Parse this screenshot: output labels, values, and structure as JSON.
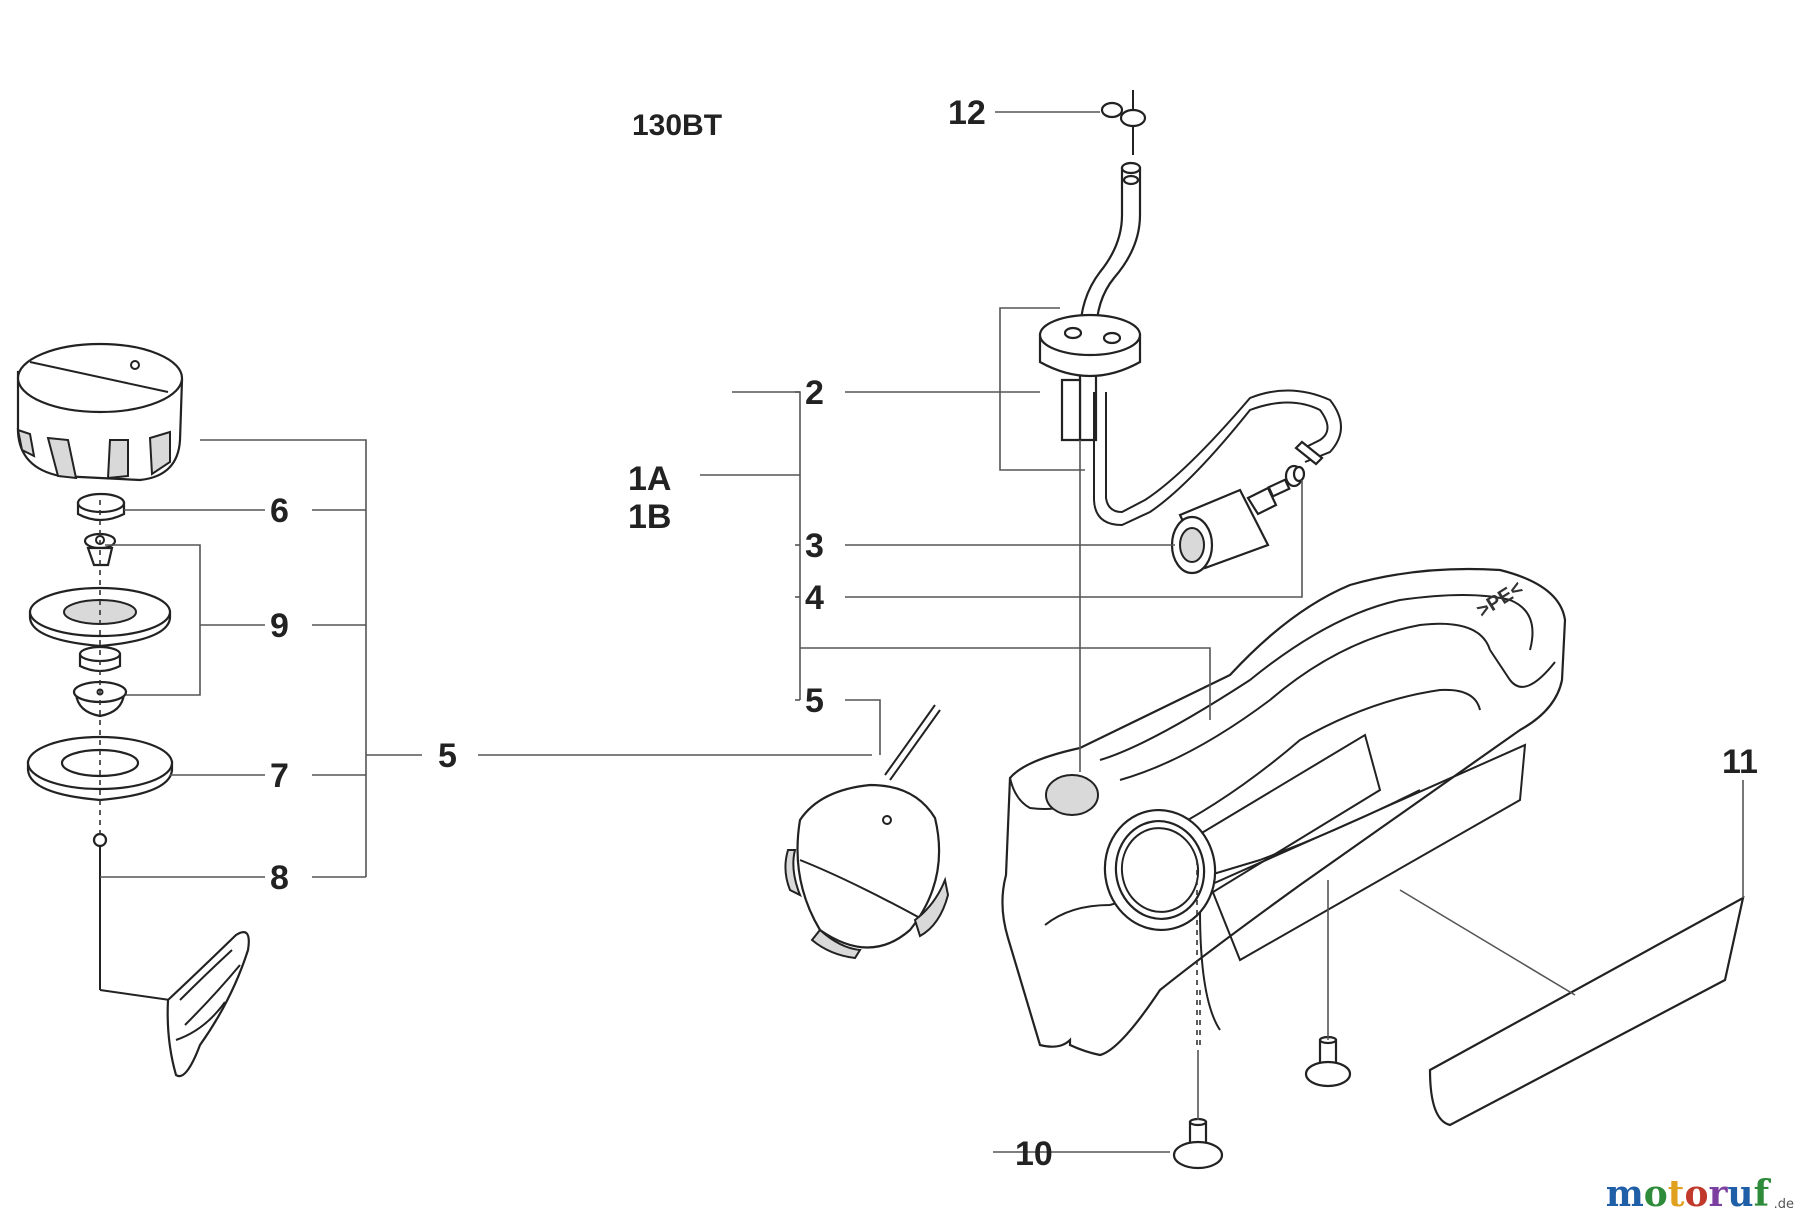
{
  "diagram": {
    "model": "130BT",
    "labels": {
      "p12": "12",
      "p2": "2",
      "p1a": "1A",
      "p1b": "1B",
      "p3": "3",
      "p4": "4",
      "p5_right": "5",
      "p6": "6",
      "p9": "9",
      "p5_left": "5",
      "p7": "7",
      "p8": "8",
      "p10": "10",
      "p11": "11"
    },
    "tank_marking": ">PE<"
  },
  "watermark": {
    "brand_m": "m",
    "brand_o1": "o",
    "brand_t": "t",
    "brand_o2": "o",
    "brand_r": "r",
    "brand_u": "u",
    "brand_f": "f",
    "suffix": ".de",
    "colors": [
      "#1f5fa8",
      "#2e8b3a",
      "#e0a020",
      "#c0392b",
      "#7b3fa0",
      "#1f5fa8",
      "#2e8b3a"
    ]
  }
}
